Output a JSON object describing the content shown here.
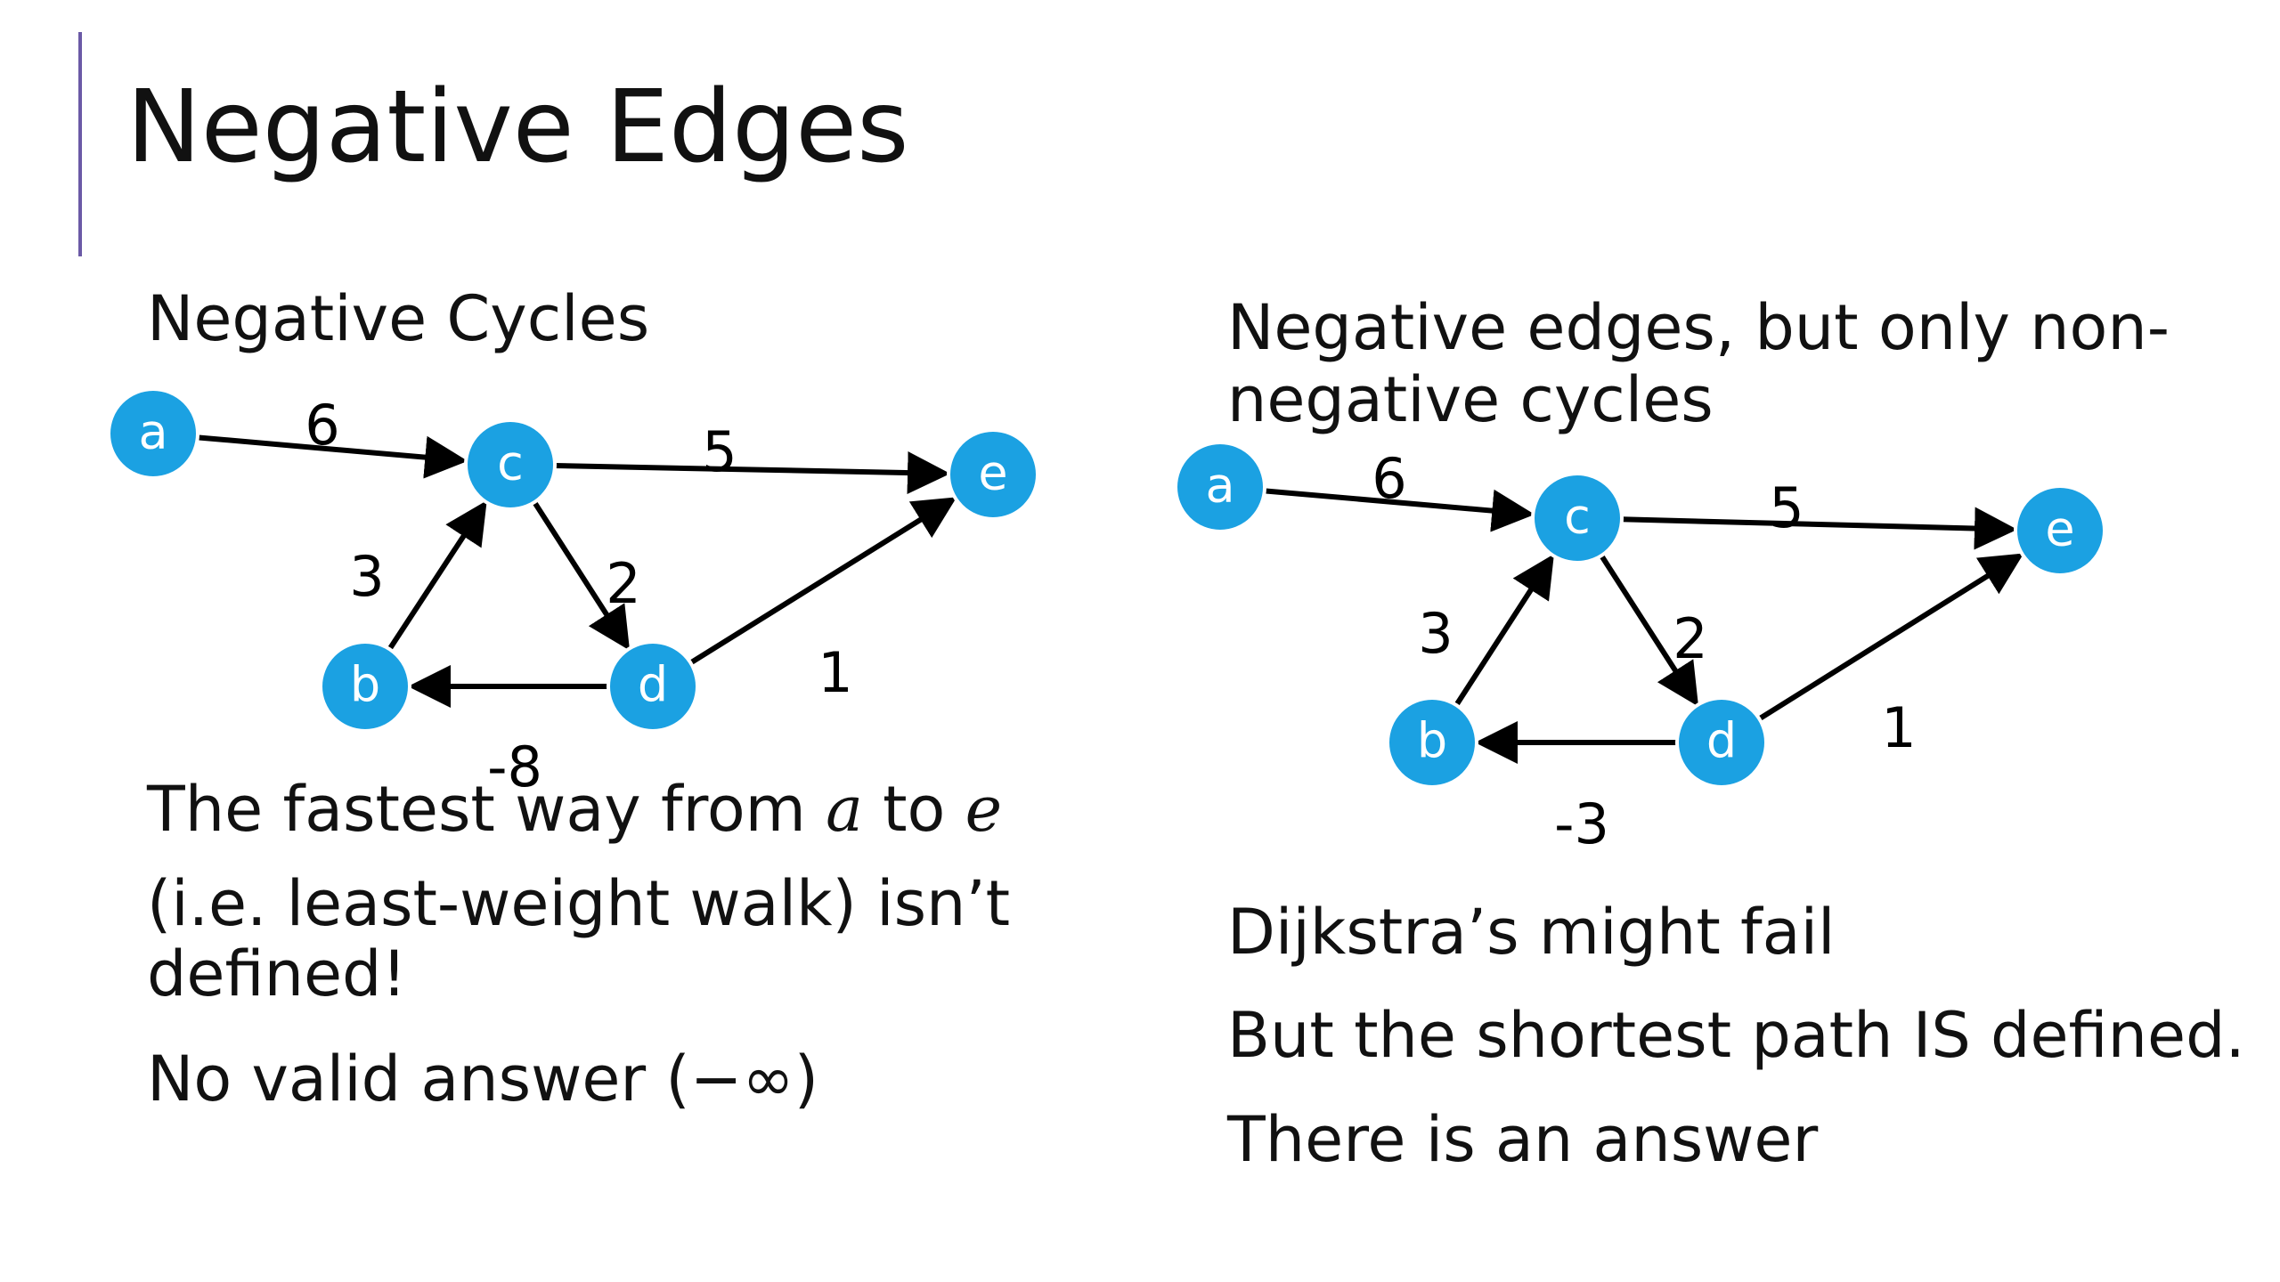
{
  "slide": {
    "title": "Negative Edges",
    "accent_color": "#6b5aa6"
  },
  "left": {
    "subtitle": "Negative Cycles",
    "text": {
      "line1_pre": "The fastest way from ",
      "line1_var1": "a",
      "line1_mid": " to ",
      "line1_var2": "e",
      "line2": "(i.e. least-weight walk) isn’t defined!",
      "line3": "No valid answer (−∞)"
    },
    "graph": {
      "node_color": "#1ba1e2",
      "nodes": [
        "a",
        "c",
        "e",
        "b",
        "d"
      ],
      "edges": [
        {
          "from": "a",
          "to": "c",
          "weight": "6"
        },
        {
          "from": "c",
          "to": "e",
          "weight": "5"
        },
        {
          "from": "b",
          "to": "c",
          "weight": "3"
        },
        {
          "from": "c",
          "to": "d",
          "weight": "2"
        },
        {
          "from": "d",
          "to": "b",
          "weight": "-8"
        },
        {
          "from": "d",
          "to": "e",
          "weight": "1"
        }
      ]
    }
  },
  "right": {
    "subtitle": "Negative edges, but only non-negative cycles",
    "text": {
      "line1": "Dijkstra’s might fail",
      "line2": "But the shortest path IS defined.",
      "line3": "There is an answer"
    },
    "graph": {
      "node_color": "#1ba1e2",
      "nodes": [
        "a",
        "c",
        "e",
        "b",
        "d"
      ],
      "edges": [
        {
          "from": "a",
          "to": "c",
          "weight": "6"
        },
        {
          "from": "c",
          "to": "e",
          "weight": "5"
        },
        {
          "from": "b",
          "to": "c",
          "weight": "3"
        },
        {
          "from": "c",
          "to": "d",
          "weight": "2"
        },
        {
          "from": "d",
          "to": "b",
          "weight": "-3"
        },
        {
          "from": "d",
          "to": "e",
          "weight": "1"
        }
      ]
    }
  }
}
